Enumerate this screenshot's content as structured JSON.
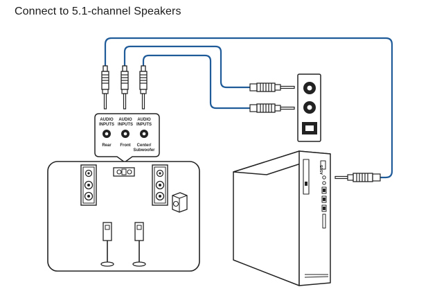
{
  "title": "Connect to 5.1-channel Speakers",
  "jacks": [
    {
      "line1": "AUDIO",
      "line2": "INPUTS",
      "name": "Rear"
    },
    {
      "line1": "AUDIO",
      "line2": "INPUTS",
      "name": "Front"
    },
    {
      "line1": "AUDIO",
      "line2": "INPUTS",
      "name": "Center/",
      "name2": "Subwoofer"
    }
  ],
  "colors": {
    "cable": "#1f5b99",
    "outline": "#222222"
  },
  "icons": [
    "audio-plug-icon",
    "speaker-icon",
    "subwoofer-icon",
    "desktop-pc-icon",
    "optical-port-icon"
  ]
}
